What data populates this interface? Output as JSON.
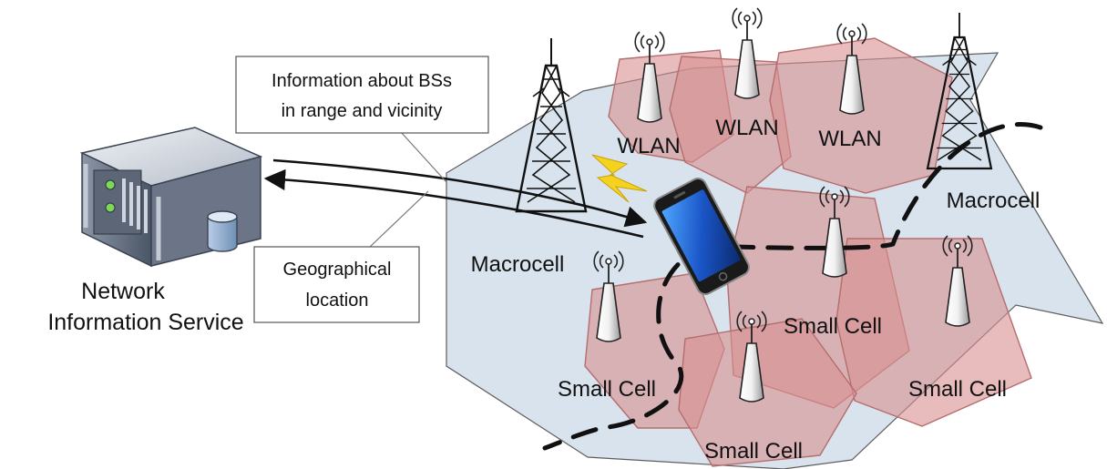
{
  "callouts": {
    "top": [
      "Information about BSs",
      "in range and vicinity"
    ],
    "bottom": [
      "Geographical",
      "location"
    ]
  },
  "server": {
    "label": [
      "Network",
      "Information Service"
    ]
  },
  "labels": {
    "macro_left": "Macrocell",
    "macro_right": "Macrocell",
    "wlan_1": "WLAN",
    "wlan_2": "WLAN",
    "wlan_3": "WLAN",
    "small_left": "Small Cell",
    "small_center": "Small Cell",
    "small_bottom": "Small Cell",
    "small_right": "Small Cell"
  },
  "colors": {
    "macro_area": "#d6e2ee",
    "cell_fill": "#d98f8f",
    "cell_stroke": "#b56d6d",
    "dashed_boundary": "#111111",
    "lightning": "#f4d21f"
  }
}
